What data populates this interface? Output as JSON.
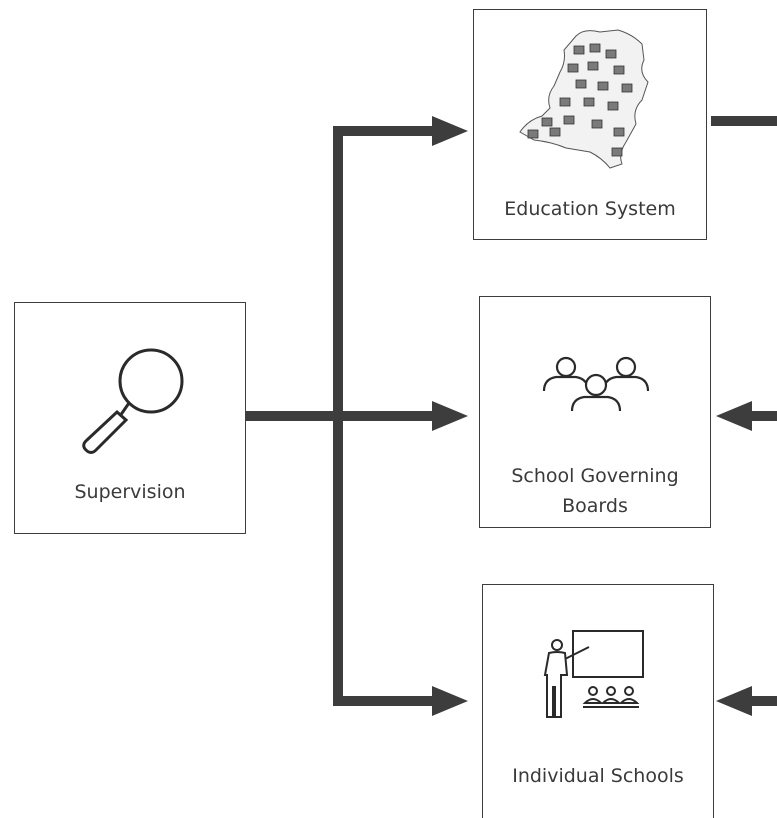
{
  "diagram": {
    "nodes": {
      "supervision": {
        "label": "Supervision",
        "icon": "magnifier-icon"
      },
      "education_system": {
        "label": "Education System",
        "icon": "netherlands-map-icon"
      },
      "school_boards": {
        "label_line1": "School Governing",
        "label_line2": "Boards",
        "icon": "people-group-icon"
      },
      "individual_schools": {
        "label": "Individual Schools",
        "icon": "classroom-teacher-icon"
      }
    }
  },
  "colors": {
    "arrow": "#3d3d3d",
    "box_border": "#3d3d3d",
    "text": "#3a3a3a",
    "icon_stroke": "#2a2a2a",
    "background": "#ffffff"
  }
}
